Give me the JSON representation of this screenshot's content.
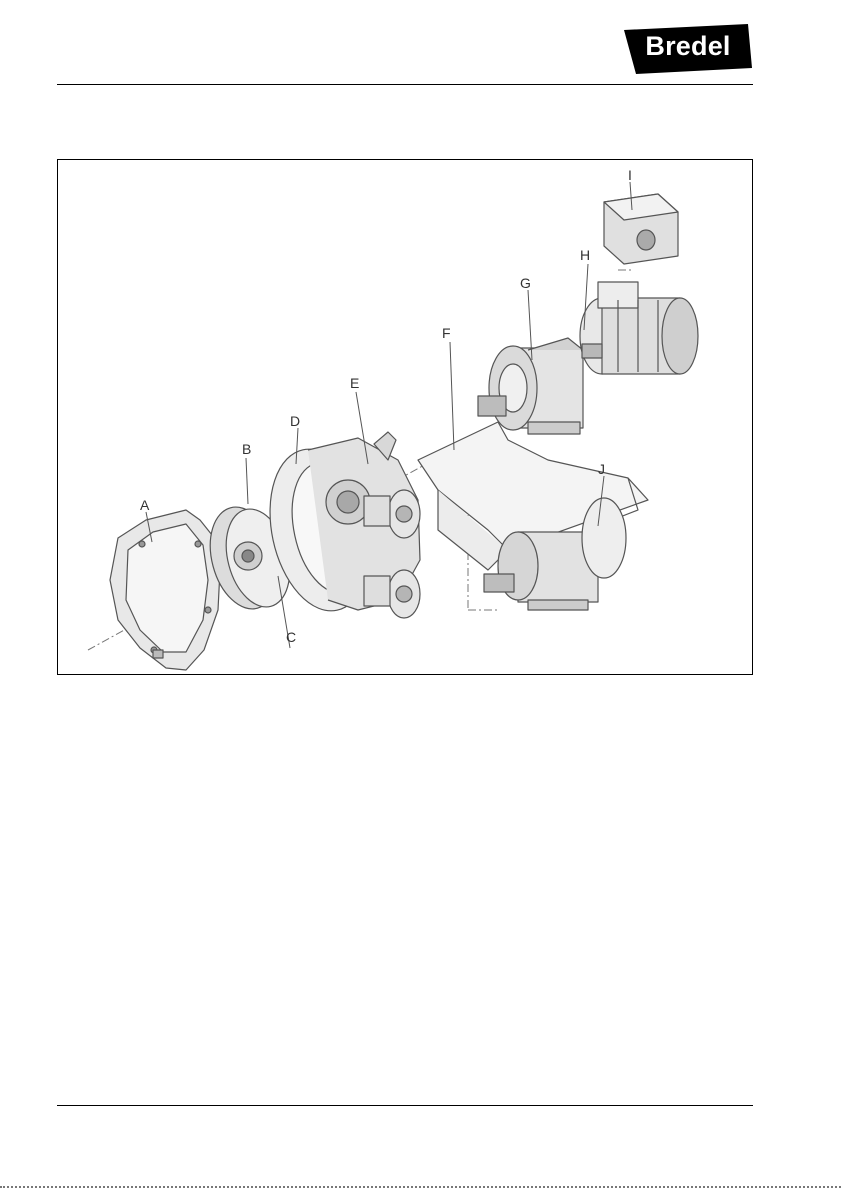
{
  "header": {
    "logo_text": "Bredel",
    "logo_color": "#000000"
  },
  "figure": {
    "labels": {
      "A": "A",
      "B": "B",
      "C": "C",
      "D": "D",
      "E": "E",
      "F": "F",
      "G": "G",
      "H": "H",
      "I": "I",
      "J": "J"
    }
  }
}
